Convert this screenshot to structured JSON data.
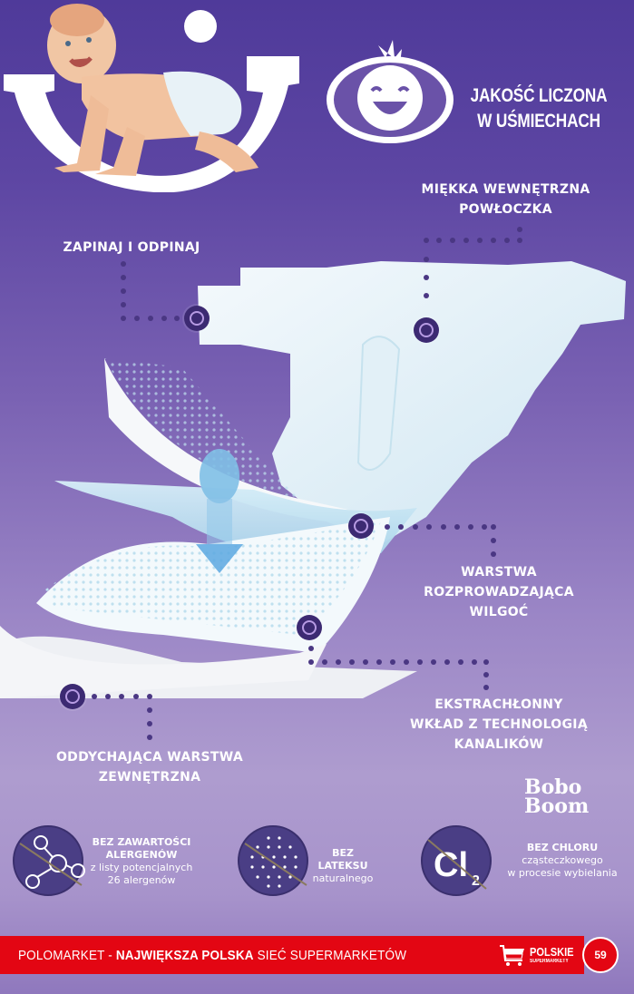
{
  "header": {
    "headline_line1": "JAKOŚĆ LICZONA",
    "headline_line2": "W UŚMIECHACH"
  },
  "callouts": {
    "inner_layer": {
      "line1": "MIĘKKA WEWNĘTRZNA",
      "line2": "POWŁOCZKA"
    },
    "fasten": {
      "line1": "ZAPINAJ I ODPINAJ"
    },
    "moisture": {
      "line1": "WARSTWA",
      "line2": "ROZPROWADZAJĄCA",
      "line3": "WILGOĆ"
    },
    "absorbent": {
      "line1": "EKSTRACHŁONNY",
      "line2": "WKŁAD Z TECHNOLOGIĄ",
      "line3": "KANALIKÓW"
    },
    "outer_layer": {
      "line1": "ODDYCHAJĄCA WARSTWA",
      "line2": "ZEWNĘTRZNA"
    }
  },
  "brand": {
    "line1": "Bobo",
    "line2": "Boom"
  },
  "features": [
    {
      "icon": "molecule-crossed-icon",
      "title1": "BEZ ZAWARTOŚCI",
      "title2": "ALERGENÓW",
      "sub1": "z listy potencjalnych",
      "sub2": "26 alergenów"
    },
    {
      "icon": "latex-dots-crossed-icon",
      "title1": "BEZ LATEKSU",
      "sub1": "naturalnego"
    },
    {
      "icon": "chlorine-crossed-icon",
      "symbol": "Cl",
      "subscript": "2",
      "title1": "BEZ CHLORU",
      "sub1": "cząsteczkowego",
      "sub2": "w procesie wybielania"
    }
  ],
  "footer": {
    "text_prefix": "POLOMARKET - ",
    "text_bold": "NAJWIĘKSZA POLSKA",
    "text_suffix": " SIEĆ SUPERMARKETÓW",
    "logo_title": "POLSKIE",
    "logo_sub": "SUPERMARKETY",
    "page_number": "59"
  },
  "colors": {
    "footer_red": "#e30613",
    "marker_purple": "#3c2a72",
    "bg_top": "#4f3a9a",
    "bg_bottom": "#ae9ccf"
  }
}
